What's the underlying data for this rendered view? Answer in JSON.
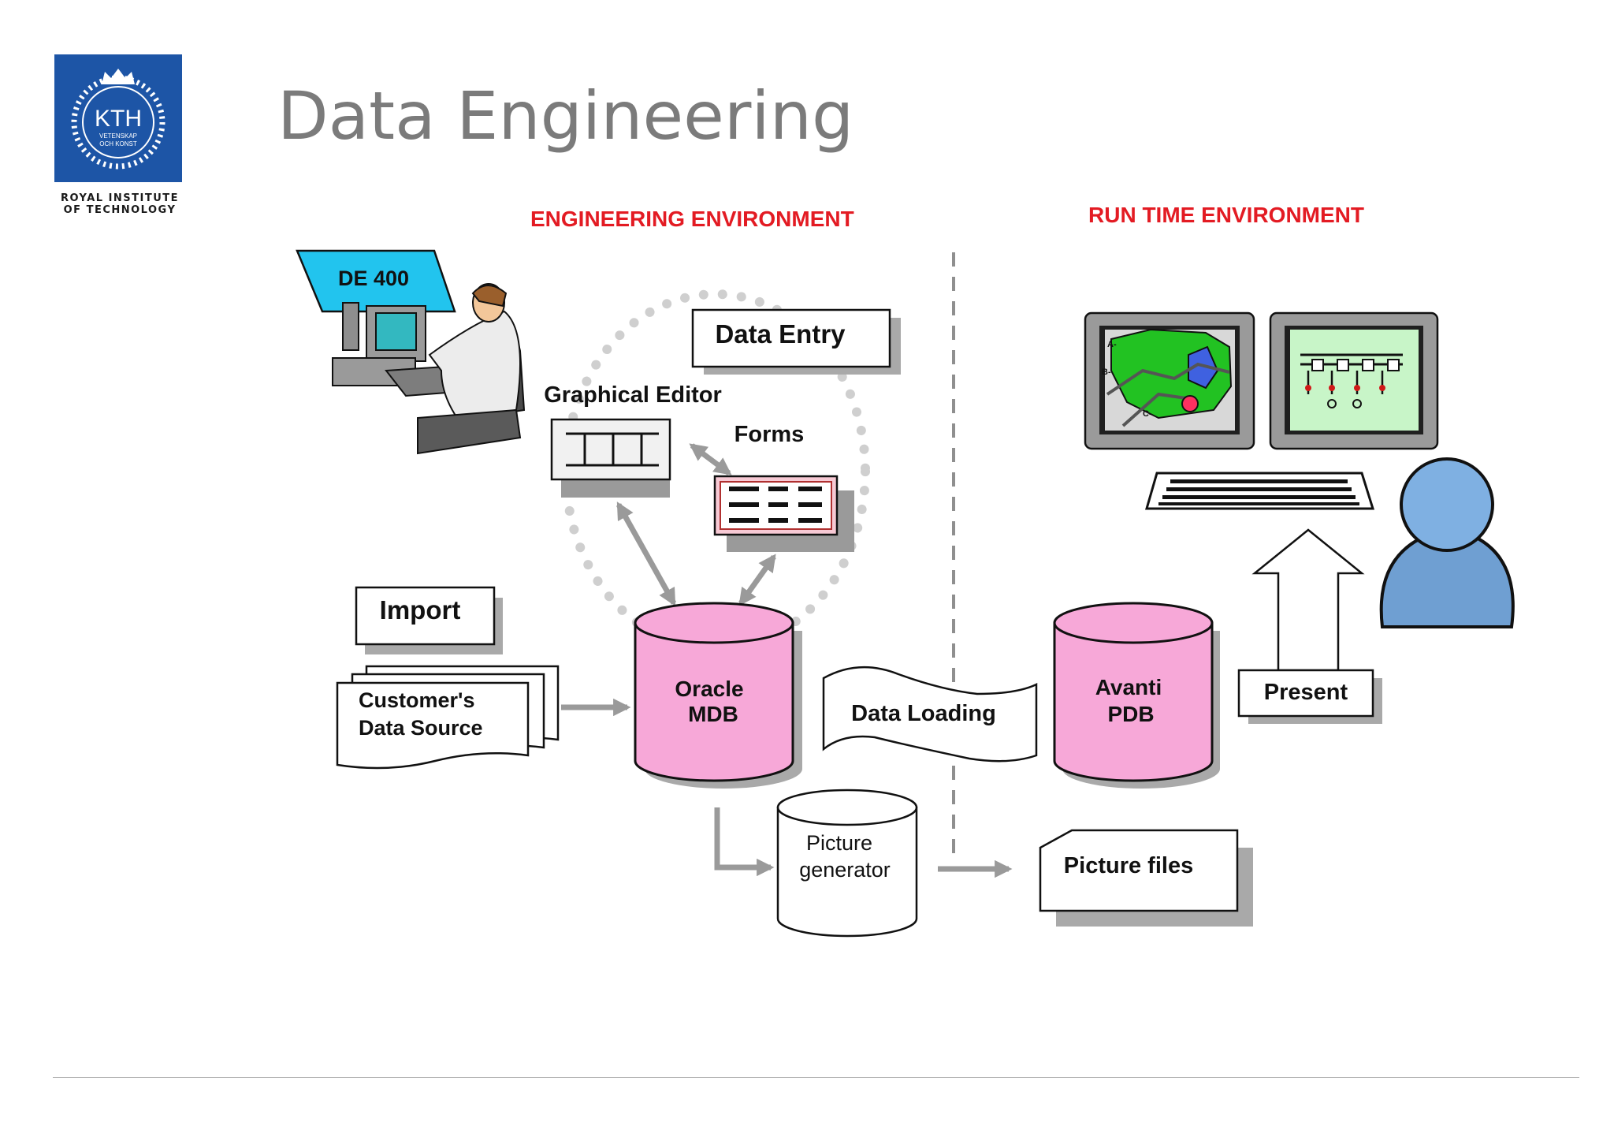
{
  "header": {
    "title": "Data Engineering",
    "logo": {
      "monogram": "KTH",
      "motto_line1": "VETENSKAP",
      "motto_line2": "OCH KONST",
      "subtitle": "ROYAL INSTITUTE\nOF TECHNOLOGY"
    }
  },
  "sections": {
    "engineering": "ENGINEERING ENVIRONMENT",
    "runtime": "RUN TIME ENVIRONMENT"
  },
  "nodes": {
    "workstation_label": "DE 400",
    "data_entry": "Data Entry",
    "graphical_editor": "Graphical Editor",
    "forms": "Forms",
    "import": "Import",
    "customer_source_1": "Customer's",
    "customer_source_2": "Data Source",
    "oracle_1": "Oracle",
    "oracle_2": "MDB",
    "data_loading": "Data Loading",
    "avanti_1": "Avanti",
    "avanti_2": "PDB",
    "present": "Present",
    "picture_generator_1": "Picture",
    "picture_generator_2": "generator",
    "picture_files": "Picture files",
    "map_label_a": "A-",
    "map_label_b": "B-",
    "map_label_c": "C-"
  },
  "colors": {
    "title_gray": "#7b7b7b",
    "section_red": "#e31b23",
    "database_pink": "#f7a8d8",
    "kth_blue": "#1d55a6",
    "screen_cyan": "#22c4ee",
    "map_green": "#22c222",
    "user_blue": "#6f9fd2",
    "arrow_gray": "#9a9a9a"
  }
}
